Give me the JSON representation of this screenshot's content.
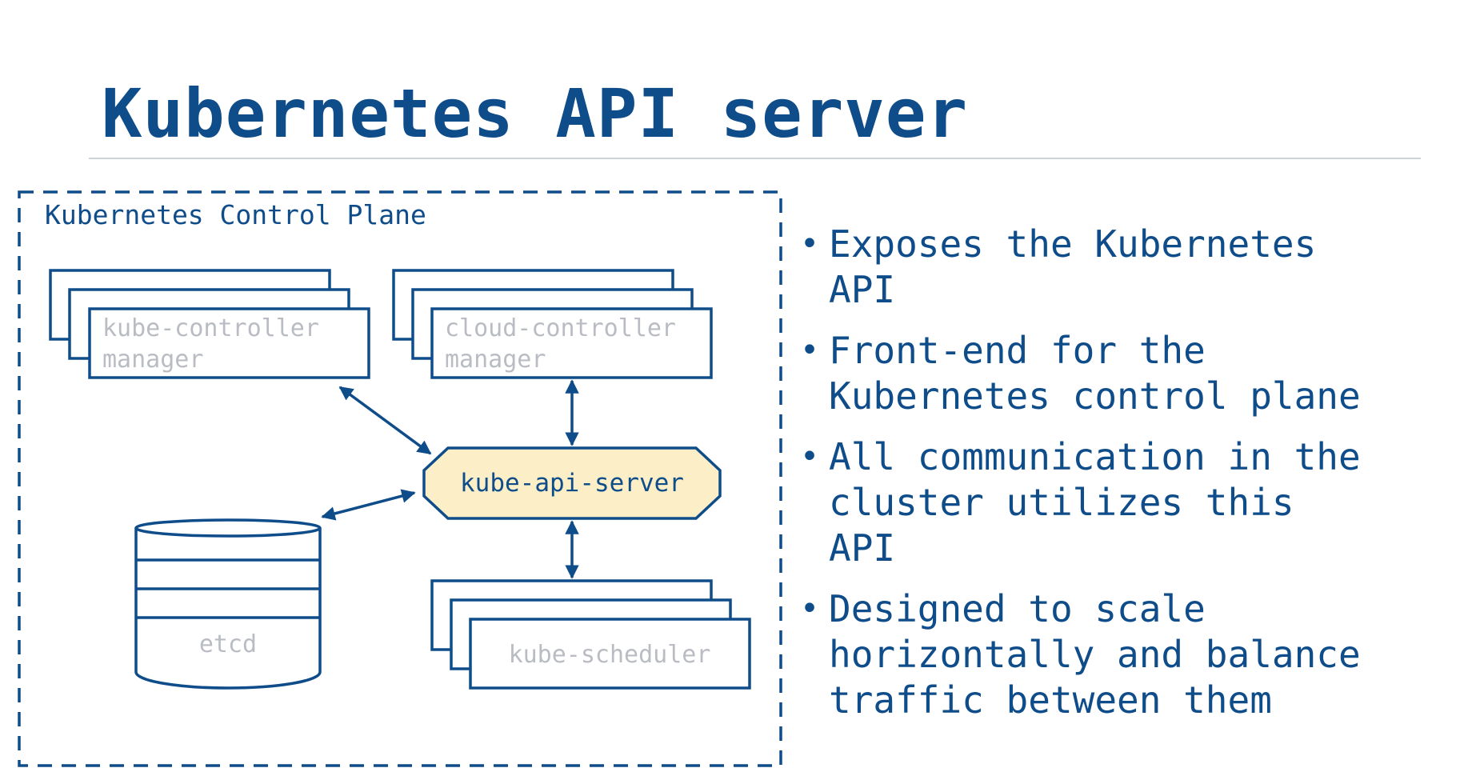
{
  "slide": {
    "title": "Kubernetes API server"
  },
  "diagram": {
    "control_plane_label": "Kubernetes Control Plane",
    "components": {
      "kube_controller_manager": {
        "line1": "kube-controller",
        "line2": "manager"
      },
      "cloud_controller_manager": {
        "line1": "cloud-controller",
        "line2": "manager"
      },
      "kube_api_server": {
        "label": "kube-api-server"
      },
      "etcd": {
        "label": "etcd"
      },
      "kube_scheduler": {
        "label": "kube-scheduler"
      }
    },
    "colors": {
      "primary": "#0f4c8a",
      "api_server_fill": "#fcefc7",
      "muted_text": "#b9bdc3"
    }
  },
  "bullets": [
    {
      "lines": [
        "Exposes the Kubernetes",
        "API"
      ]
    },
    {
      "lines": [
        "Front-end for the",
        "Kubernetes control plane"
      ]
    },
    {
      "lines": [
        "All communication in the",
        "cluster utilizes this",
        "API"
      ]
    },
    {
      "lines": [
        "Designed to scale",
        "horizontally and balance",
        "traffic between them"
      ]
    }
  ]
}
